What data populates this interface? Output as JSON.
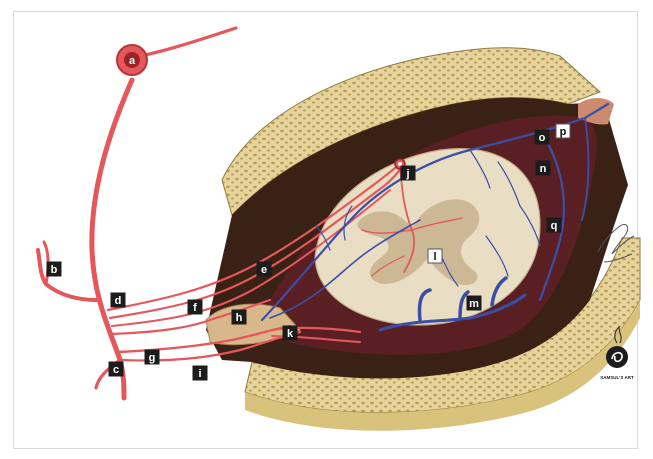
{
  "figure": {
    "labels": [
      {
        "id": "a",
        "text": "a",
        "style": "circle"
      },
      {
        "id": "b",
        "text": "b",
        "style": "dark"
      },
      {
        "id": "c",
        "text": "c",
        "style": "dark"
      },
      {
        "id": "d",
        "text": "d",
        "style": "dark"
      },
      {
        "id": "e",
        "text": "e",
        "style": "dark"
      },
      {
        "id": "f",
        "text": "f",
        "style": "dark"
      },
      {
        "id": "g",
        "text": "g",
        "style": "dark"
      },
      {
        "id": "h",
        "text": "h",
        "style": "dark"
      },
      {
        "id": "i",
        "text": "i",
        "style": "dark"
      },
      {
        "id": "j",
        "text": "j",
        "style": "dark"
      },
      {
        "id": "k",
        "text": "k",
        "style": "dark"
      },
      {
        "id": "l",
        "text": "l",
        "style": "light"
      },
      {
        "id": "m",
        "text": "m",
        "style": "dark"
      },
      {
        "id": "n",
        "text": "n",
        "style": "dark"
      },
      {
        "id": "o",
        "text": "o",
        "style": "dark"
      },
      {
        "id": "p",
        "text": "p",
        "style": "light"
      },
      {
        "id": "q",
        "text": "q",
        "style": "dark"
      }
    ],
    "artist_logo_text": "SAMSUL'S ART",
    "colors": {
      "artery": "#e4575b",
      "artery_dark": "#b8343a",
      "vein": "#3a4fa8",
      "bone": "#e5d39b",
      "bone_pore": "#b79a52",
      "dura_dark": "#3a2115",
      "spinal_cord": "#e9ddc4",
      "gray_matter": "#cdb895",
      "subarachnoid": "#5a1f22",
      "label_dark_bg": "#1c1c1c",
      "label_light_bg": "#ffffff"
    }
  }
}
